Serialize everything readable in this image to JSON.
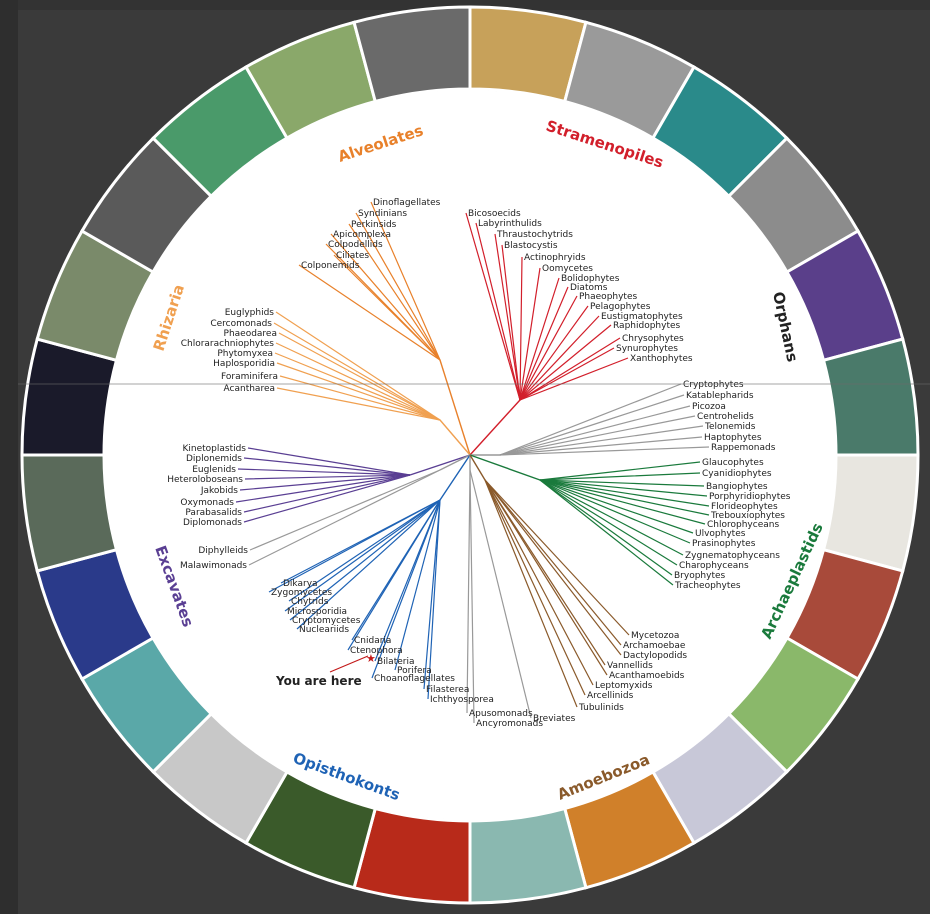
{
  "diagram": {
    "supergroups": [
      {
        "name": "Alveolates",
        "color": "#e8812b"
      },
      {
        "name": "Stramenopiles",
        "color": "#d21f2b"
      },
      {
        "name": "Orphans",
        "color": "#222222"
      },
      {
        "name": "Archaeplastids",
        "color": "#1a7a3c"
      },
      {
        "name": "Amoebozoa",
        "color": "#8a5a2b"
      },
      {
        "name": "Opisthokonts",
        "color": "#1f63b5"
      },
      {
        "name": "Excavates",
        "color": "#5a3f93"
      },
      {
        "name": "Rhizaria",
        "color": "#f0a050"
      }
    ],
    "you_are_here": "You are here",
    "groups": {
      "alveolates": [
        "Dinoflagellates",
        "Syndinians",
        "Perkinsids",
        "Apicomplexa",
        "Colpodellids",
        "Ciliates",
        "Colponemids"
      ],
      "stramenopiles": [
        "Bicosoecids",
        "Labyrinthulids",
        "Thraustochytrids",
        "Blastocystis",
        "Actinophryids",
        "Oomycetes",
        "Bolidophytes",
        "Diatoms",
        "Phaeophytes",
        "Pelagophytes",
        "Eustigmatophytes",
        "Raphidophytes",
        "Chrysophytes",
        "Synurophytes",
        "Xanthophytes"
      ],
      "rhizaria": [
        "Euglyphids",
        "Cercomonads",
        "Phaeodarea",
        "Chlorarachniophytes",
        "Phytomyxea",
        "Haplosporidia",
        "Foraminifera",
        "Acantharea"
      ],
      "orphans": [
        "Cryptophytes",
        "Katablepharids",
        "Picozoa",
        "Centrohelids",
        "Telonemids",
        "Haptophytes",
        "Rappemonads"
      ],
      "archaeplastids": [
        "Glaucophytes",
        "Cyanidiophytes",
        "Bangiophytes",
        "Porphyridiophytes",
        "Florideophytes",
        "Trebouxiophytes",
        "Chlorophyceans",
        "Ulvophytes",
        "Prasinophytes",
        "Zygnematophyceans",
        "Charophyceans",
        "Bryophytes",
        "Tracheophytes"
      ],
      "excavates": [
        "Kinetoplastids",
        "Diplonemids",
        "Euglenids",
        "Heteroloboseans",
        "Jakobids",
        "Oxymonads",
        "Parabasalids",
        "Diplomonads"
      ],
      "orphans_lower": [
        "Diphylleids",
        "Malawimonads"
      ],
      "opisthokonts": [
        "Dikarya",
        "Zygomycetes",
        "Chytrids",
        "Microsporidia",
        "Cryptomycetes",
        "Nucleariids",
        "Cnidaria",
        "Ctenophora",
        "Bilateria",
        "Porifera",
        "Choanoflagellates",
        "Filasterea",
        "Ichthyosporea"
      ],
      "other_bottom": [
        "Apusomonads",
        "Ancyromonads",
        "Breviates"
      ],
      "amoebozoa": [
        "Mycetozoa",
        "Archamoebae",
        "Dactylopodids",
        "Vannellids",
        "Acanthamoebids",
        "Leptomyxids",
        "Arcellinids",
        "Tubulinids"
      ]
    },
    "photo_segments": [
      {
        "subject": "diatom-cells-photo",
        "color": "#c7a15a"
      },
      {
        "subject": "radiolarian-photo",
        "color": "#9a9a9a"
      },
      {
        "subject": "coral-reef-photo",
        "color": "#2a8a8a"
      },
      {
        "subject": "coccolith-photo",
        "color": "#8c8c8c"
      },
      {
        "subject": "purple-stain-photo",
        "color": "#5a3f8a"
      },
      {
        "subject": "green-colony-photo",
        "color": "#4a7a6a"
      },
      {
        "subject": "magnolia-flower-photo",
        "color": "#e8e6e0"
      },
      {
        "subject": "red-alga-photo",
        "color": "#a84a3a"
      },
      {
        "subject": "green-filament-photo",
        "color": "#8ab86a"
      },
      {
        "subject": "blue-amoeba-photo",
        "color": "#c8c8d8"
      },
      {
        "subject": "slime-mold-photo",
        "color": "#d0802a"
      },
      {
        "subject": "amoeba-microscope-photo",
        "color": "#8ab8b0"
      },
      {
        "subject": "fly-agaric-mushroom-photo",
        "color": "#b82a1a"
      },
      {
        "subject": "giant-panda-photo",
        "color": "#3a5a2a"
      },
      {
        "subject": "ciliate-chain-photo",
        "color": "#c8c8c8"
      },
      {
        "subject": "excavate-cell-photo",
        "color": "#5aa8a8"
      },
      {
        "subject": "golden-flagellate-photo",
        "color": "#2a3a8a"
      },
      {
        "subject": "excavate-colony-photo",
        "color": "#5a6a5a"
      },
      {
        "subject": "star-radiolarian-photo",
        "color": "#1a1a2a"
      },
      {
        "subject": "foraminifera-photo",
        "color": "#7a8a6a"
      },
      {
        "subject": "pollen-like-photo",
        "color": "#5a5a5a"
      },
      {
        "subject": "green-algae-cells-photo",
        "color": "#4a9a6a"
      },
      {
        "subject": "amoeba-green-photo",
        "color": "#8aa86a"
      },
      {
        "subject": "dinoflagellate-sem-photo",
        "color": "#6a6a6a"
      }
    ]
  }
}
